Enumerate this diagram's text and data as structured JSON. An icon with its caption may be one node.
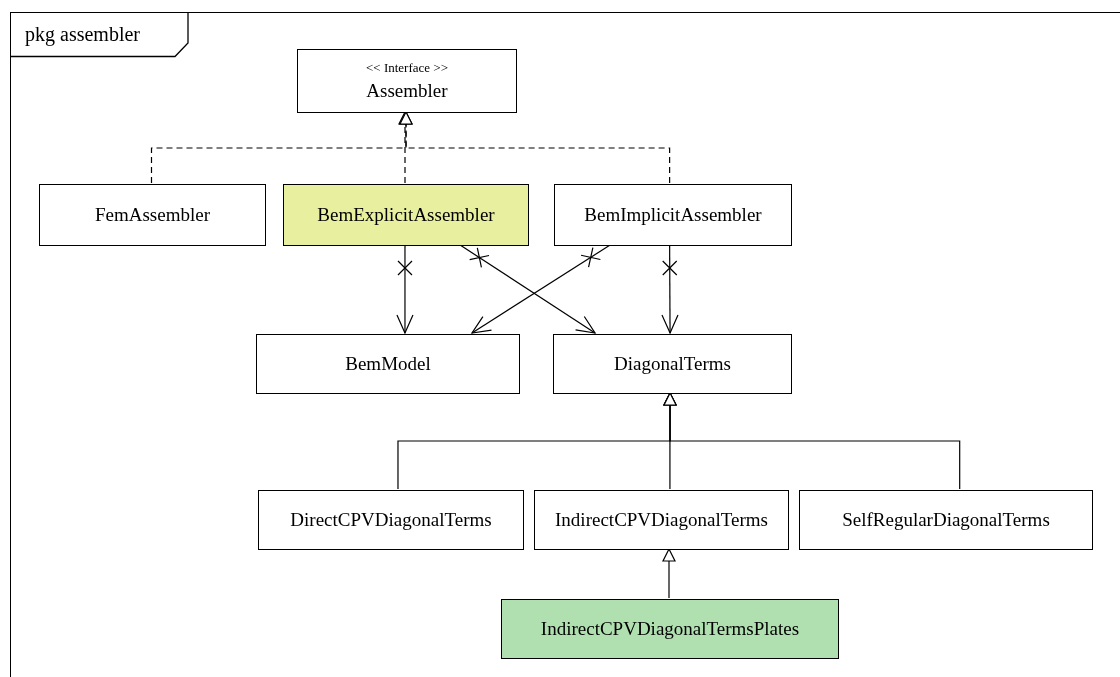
{
  "diagram": {
    "nodes": [
      {
        "text": [
          "pkg assembler"
        ]
      },
      {
        "text": [
          "<< Interface >>",
          "Assembler"
        ],
        "in": 0
      },
      {
        "text": [
          "FemAssembler"
        ],
        "in": 0
      },
      {
        "text": [
          "BemExplicitAssembler"
        ],
        "in": 0
      },
      {
        "text": [
          "BemImplicitAssembler"
        ],
        "in": 0
      },
      {
        "text": [
          "BemModel"
        ],
        "in": 0
      },
      {
        "text": [
          "DiagonalTerms"
        ],
        "in": 0
      },
      {
        "text": [
          "DirectCPVDiagonalTerms"
        ],
        "in": 0
      },
      {
        "text": [
          "IndirectCPVDiagonalTerms"
        ],
        "in": 0
      },
      {
        "text": [
          "SelfRegularDiagonalTerms"
        ],
        "in": 0
      },
      {
        "text": [
          "IndirectCPVDiagonalTermsPlates"
        ],
        "in": 0
      }
    ],
    "edges": [
      {
        "from": 2,
        "to": 1,
        "arrow": "to",
        "style": "dashed"
      },
      {
        "from": 3,
        "to": 1,
        "arrow": "to",
        "style": "dashed"
      },
      {
        "from": 4,
        "to": 1,
        "arrow": "to",
        "style": "dashed"
      },
      {
        "from": 3,
        "to": 5,
        "arrow": "to"
      },
      {
        "from": 3,
        "to": 6,
        "arrow": "to"
      },
      {
        "from": 4,
        "to": 5,
        "arrow": "to"
      },
      {
        "from": 4,
        "to": 6,
        "arrow": "to"
      },
      {
        "from": 7,
        "to": 6,
        "arrow": "to"
      },
      {
        "from": 8,
        "to": 6,
        "arrow": "to"
      },
      {
        "from": 9,
        "to": 6,
        "arrow": "to"
      },
      {
        "from": 10,
        "to": 8,
        "arrow": "to"
      }
    ]
  }
}
